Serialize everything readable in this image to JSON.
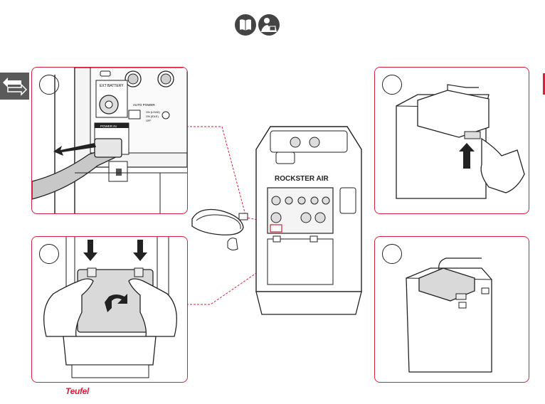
{
  "header": {
    "icons": [
      "manual-book-icon",
      "read-instructions-icon"
    ]
  },
  "navigation": {
    "icon": "swap-arrows-icon"
  },
  "steps": [
    {
      "number": "",
      "labels": {
        "ext_battery": "EXT BATTERY",
        "power": "POWER IN",
        "auto_power": "AUTO POWER",
        "opt1": "ON (LOAD)",
        "opt2": "ON (IDLE)",
        "opt3": "OFF"
      }
    },
    {
      "number": ""
    },
    {
      "number": ""
    },
    {
      "number": ""
    }
  ],
  "speaker": {
    "model_label": "ROCKSTER AIR"
  },
  "brand": {
    "name": "Teufel"
  },
  "colors": {
    "accent": "#d61f3d",
    "panel_fill": "#d9d9d9",
    "line": "#222222"
  }
}
